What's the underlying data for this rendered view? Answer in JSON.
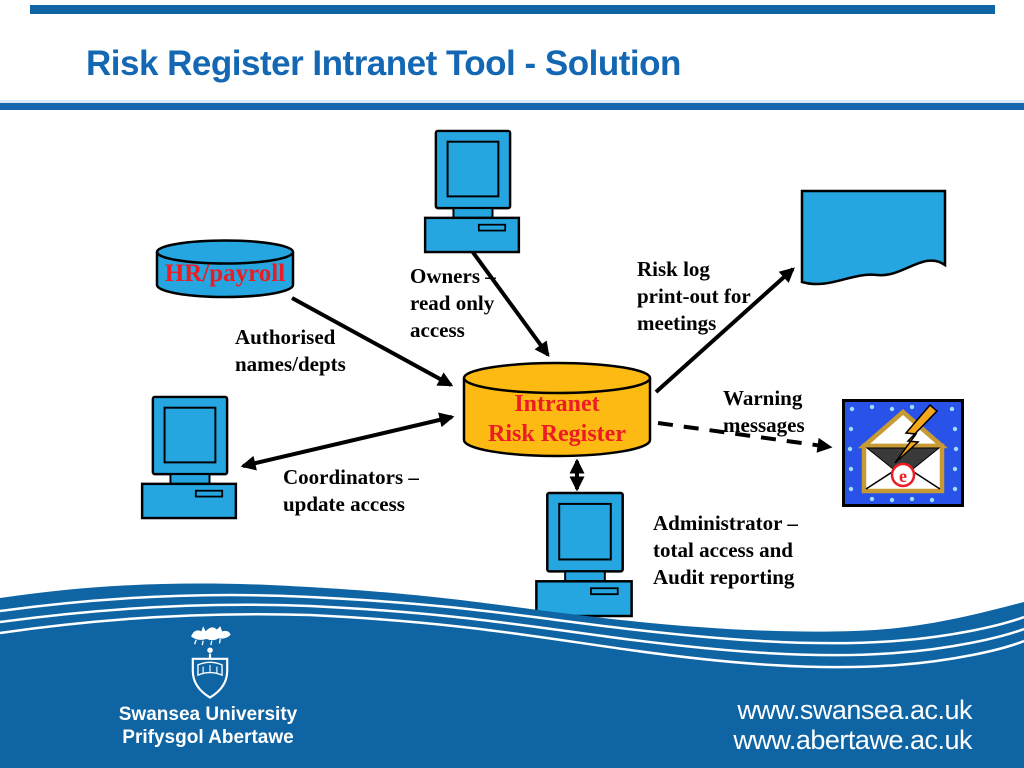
{
  "slide": {
    "title": "Risk Register Intranet Tool - Solution",
    "footer": {
      "university_en": "Swansea University",
      "university_cy": "Prifysgol Abertawe",
      "url_primary": "www.swansea.ac.uk",
      "url_secondary": "www.abertawe.ac.uk"
    }
  },
  "diagram": {
    "nodes": {
      "hr_database": {
        "label": "HR/payroll",
        "type": "cylinder"
      },
      "risk_register_database": {
        "label": "Intranet\nRisk Register",
        "type": "cylinder"
      },
      "owners_computer": {
        "icon": "computer-icon"
      },
      "coordinators_computer": {
        "icon": "computer-icon"
      },
      "administrator_computer": {
        "icon": "computer-icon"
      },
      "risk_log_document": {
        "icon": "document-icon"
      },
      "warning_email": {
        "icon": "email-warning-icon",
        "letter": "e"
      }
    },
    "labels": {
      "owners": "Owners –\nread only\naccess",
      "risk_log": "Risk log\nprint-out for\nmeetings",
      "authorised": "Authorised\nnames/depts",
      "coordinators": "Coordinators –\nupdate access",
      "warning": "Warning\nmessages",
      "administrator": "Administrator –\ntotal access and\nAudit reporting"
    }
  },
  "colors": {
    "title_blue": "#1467b2",
    "accent_bar_blue": "#0f64a4",
    "shape_cyan": "#25a6e0",
    "cylinder_orange": "#fdba12",
    "label_red": "#ed1c24",
    "wave_blue": "#0f64a4",
    "email_blue": "#2953e8"
  }
}
